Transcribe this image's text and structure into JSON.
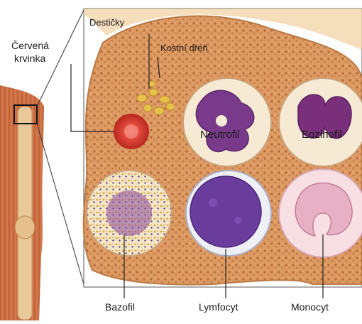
{
  "labels": {
    "cervena": "Červená",
    "krvinka": "krvinka",
    "desticky": "Destičky",
    "kostni_dren": "Kostní dřeň",
    "neutrofil": "Neutrofil",
    "eozinofil": "Eozinofil",
    "bazofil": "Bazofil",
    "lymfocyt": "Lymfocyt",
    "monocyt": "Monocyt"
  },
  "colors": {
    "marrow": "#d9925a",
    "marrow_light": "#e7b07a",
    "border": "#c98a4f",
    "cell_bg": "#f6ead4",
    "nucleus": "#7a3a8c",
    "rbc": "#d83a2e",
    "bone": "#c86a3c"
  }
}
